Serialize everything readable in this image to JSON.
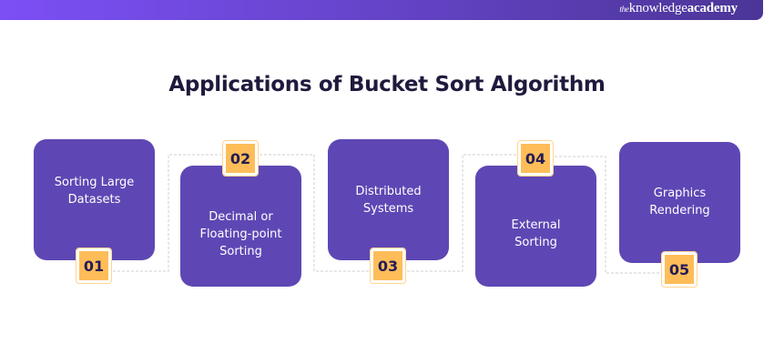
{
  "brand": {
    "prefix": "the",
    "name": "knowledge",
    "suffix": "academy"
  },
  "title": "Applications of Bucket Sort Algorithm",
  "items": [
    {
      "number": "01",
      "label": "Sorting Large Datasets"
    },
    {
      "number": "02",
      "label": "Decimal or Floating-point Sorting"
    },
    {
      "number": "03",
      "label": "Distributed Systems"
    },
    {
      "number": "04",
      "label": "External Sorting"
    },
    {
      "number": "05",
      "label": "Graphics Rendering"
    }
  ],
  "colors": {
    "box": "#5e47b4",
    "badge": "#ffbd59",
    "title": "#1f1a3d"
  }
}
